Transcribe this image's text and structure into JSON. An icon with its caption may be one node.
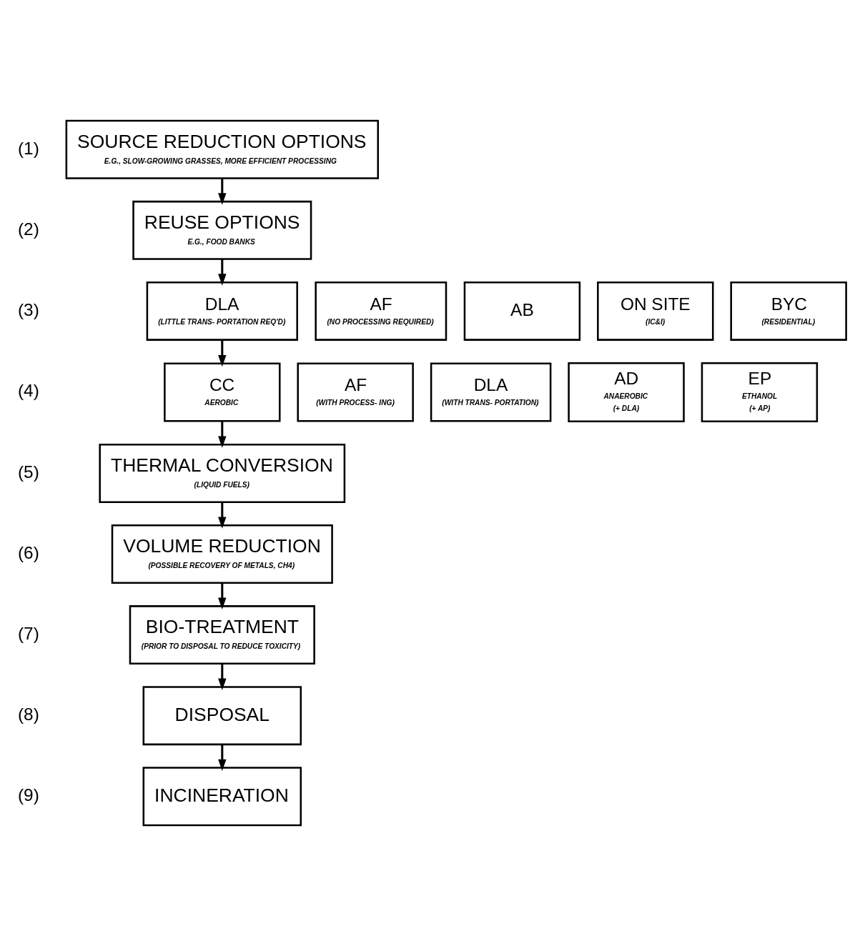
{
  "diagram": {
    "nodes": [
      {
        "text": [
          "SOURCE REDUCTION OPTIONS",
          "E.G., SLOW-GROWING GRASSES, MORE EFFICIENT PROCESSING"
        ]
      },
      {
        "text": [
          "REUSE OPTIONS",
          "E.G., FOOD BANKS"
        ]
      },
      {
        "text": [
          "AF",
          "(NO PROCESSING REQUIRED)"
        ]
      },
      {
        "text": [
          "AB"
        ]
      },
      {
        "text": [
          "DLA",
          "(LITTLE TRANS- PORTATION REQ'D)"
        ]
      },
      {
        "text": [
          "ON SITE",
          "(IC&I)"
        ]
      },
      {
        "text": [
          "BYC",
          "(RESIDENTIAL)"
        ]
      },
      {
        "text": [
          "AF",
          "(WITH PROCESS- ING)"
        ]
      },
      {
        "text": [
          "DLA",
          "(WITH TRANS- PORTATION)"
        ]
      },
      {
        "text": [
          "CC",
          "AEROBIC"
        ]
      },
      {
        "text": [
          "AD",
          "ANAEROBIC",
          "(+ DLA)"
        ]
      },
      {
        "text": [
          "EP",
          "ETHANOL",
          "(+ AP)"
        ]
      },
      {
        "text": [
          "THERMAL CONVERSION",
          "(LIQUID FUELS)"
        ]
      },
      {
        "text": [
          "VOLUME REDUCTION",
          "(POSSIBLE RECOVERY OF METALS, CH4)"
        ]
      },
      {
        "text": [
          "BIO-TREATMENT",
          "(PRIOR TO DISPOSAL TO REDUCE TOXICITY)"
        ]
      },
      {
        "text": [
          "DISPOSAL"
        ]
      },
      {
        "text": [
          "INCINERATION"
        ]
      }
    ],
    "edges": [
      {
        "from": 0,
        "to": 1,
        "arrow": "to"
      },
      {
        "from": 1,
        "to": 4,
        "arrow": "to"
      },
      {
        "from": 4,
        "to": 9,
        "arrow": "to"
      },
      {
        "from": 9,
        "to": 12,
        "arrow": "to"
      },
      {
        "from": 12,
        "to": 13,
        "arrow": "to"
      },
      {
        "from": 13,
        "to": 14,
        "arrow": "to"
      },
      {
        "from": 14,
        "to": 15,
        "arrow": "to"
      },
      {
        "from": 15,
        "to": 16,
        "arrow": "to"
      }
    ],
    "labels": [
      "(1)",
      "(2)",
      "(3)",
      "(4)",
      "(5)",
      "(6)",
      "(7)",
      "(8)",
      "(9)"
    ]
  }
}
